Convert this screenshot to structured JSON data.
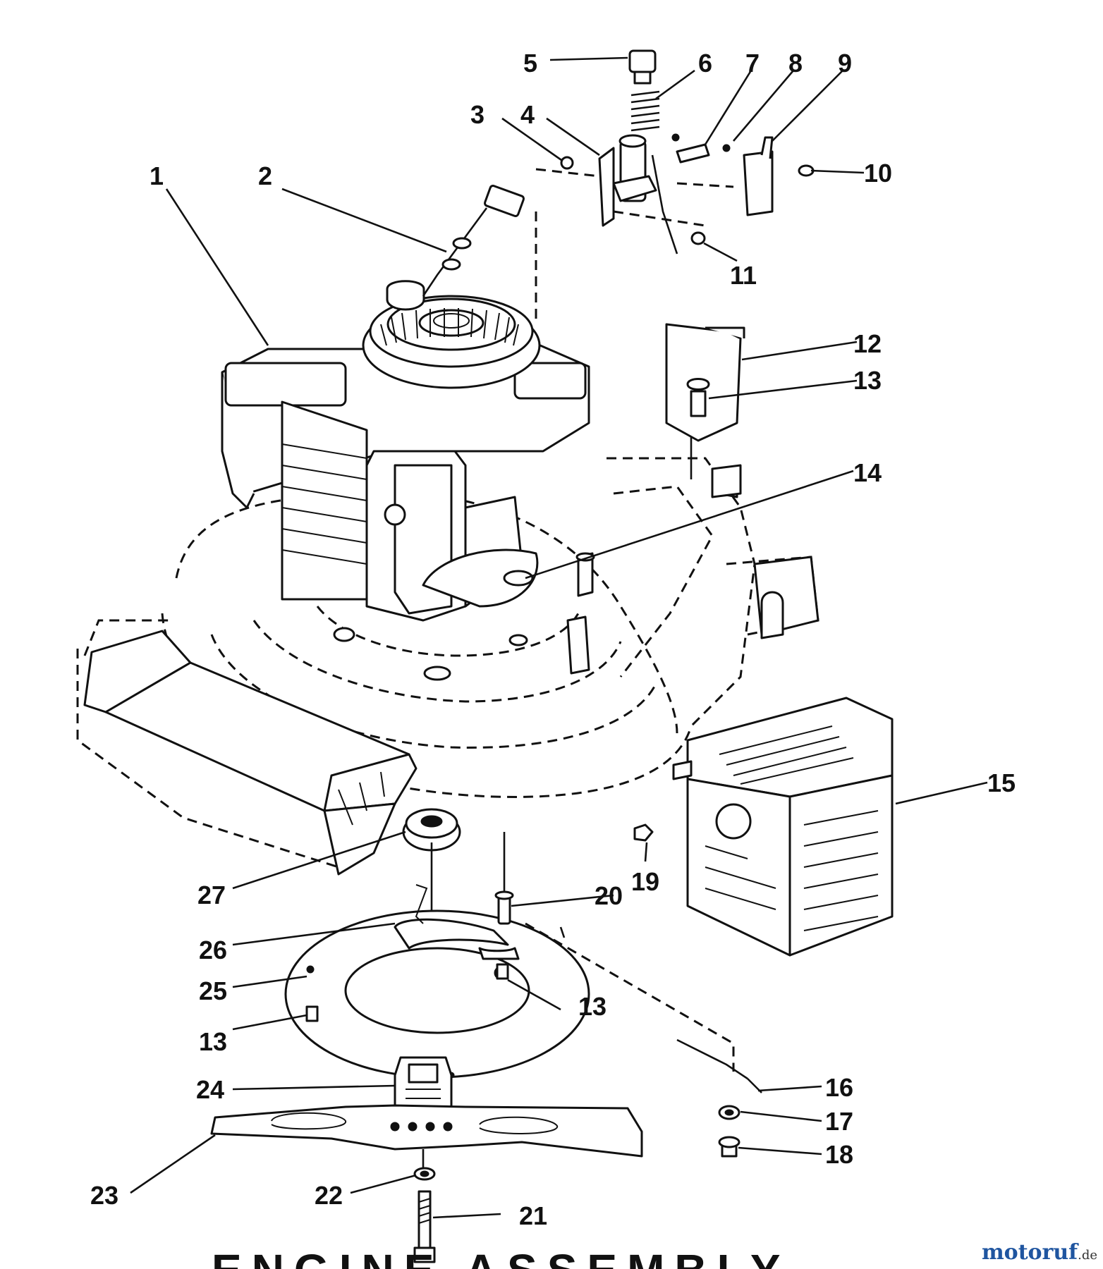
{
  "diagram": {
    "callouts": [
      {
        "id": "c1",
        "label": "1"
      },
      {
        "id": "c2",
        "label": "2"
      },
      {
        "id": "c3",
        "label": "3"
      },
      {
        "id": "c4",
        "label": "4"
      },
      {
        "id": "c5",
        "label": "5"
      },
      {
        "id": "c6",
        "label": "6"
      },
      {
        "id": "c7",
        "label": "7"
      },
      {
        "id": "c8",
        "label": "8"
      },
      {
        "id": "c9",
        "label": "9"
      },
      {
        "id": "c10",
        "label": "10"
      },
      {
        "id": "c11",
        "label": "11"
      },
      {
        "id": "c12",
        "label": "12"
      },
      {
        "id": "c13a",
        "label": "13"
      },
      {
        "id": "c14",
        "label": "14"
      },
      {
        "id": "c15",
        "label": "15"
      },
      {
        "id": "c16",
        "label": "16"
      },
      {
        "id": "c17",
        "label": "17"
      },
      {
        "id": "c18",
        "label": "18"
      },
      {
        "id": "c19",
        "label": "19"
      },
      {
        "id": "c20",
        "label": "20"
      },
      {
        "id": "c21",
        "label": "21"
      },
      {
        "id": "c22",
        "label": "22"
      },
      {
        "id": "c23",
        "label": "23"
      },
      {
        "id": "c24",
        "label": "24"
      },
      {
        "id": "c25",
        "label": "25"
      },
      {
        "id": "c26",
        "label": "26"
      },
      {
        "id": "c27",
        "label": "27"
      },
      {
        "id": "c13b",
        "label": "13"
      },
      {
        "id": "c13c",
        "label": "13"
      }
    ],
    "title": "ENGINE ASSEMBLY",
    "watermark": {
      "main": "motoruf",
      "tld": ".de"
    }
  }
}
